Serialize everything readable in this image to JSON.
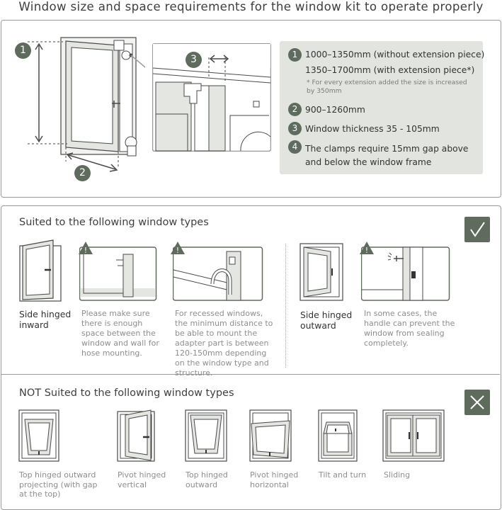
{
  "title": "Window size and space requirements for the window kit to operate properly",
  "markers": {
    "one": "1",
    "two": "2",
    "three": "3"
  },
  "specs": {
    "line1": "1000–1350mm (without extension piece)",
    "line1b": "1350–1700mm (with extension piece*)",
    "note": "* For every extension added the size is increased by 350mm",
    "line2": "900–1260mm",
    "line3": "Window thickness 35 - 105mm",
    "line4": "The clamps require 15mm gap above and below the window frame",
    "n1": "1",
    "n2": "2",
    "n3": "3",
    "n4": "4"
  },
  "suited": {
    "title": "Suited to the following window types",
    "side_inward": "Side hinged inward",
    "note_inward1": "Please make sure there is enough space between the window and wall for hose mounting.",
    "note_inward2": "For recessed windows, the minimum distance to be able to mount the adapter part is between 120-150mm depending on the window type and structure.",
    "side_outward": "Side hinged outward",
    "note_outward": "In some cases, the handle can prevent the window from sealing completely.",
    "warning_symbol": "!"
  },
  "not_suited": {
    "title": "NOT Suited to the following window types",
    "items": [
      "Top hinged outward projecting (with gap at the top)",
      "Pivot hinged vertical",
      "Top hinged outward",
      "Pivot hinged horizontal",
      "Tilt and turn",
      "Sliding"
    ]
  },
  "icons": {
    "check": "check-icon",
    "cross": "cross-icon",
    "warning": "warning-icon"
  },
  "colors": {
    "accent": "#5f6b5d",
    "panel_border": "#9a9a9a",
    "spec_bg": "#e2e4e0",
    "frame_fill": "#e4e6e1",
    "line": "#4a4a4a"
  }
}
